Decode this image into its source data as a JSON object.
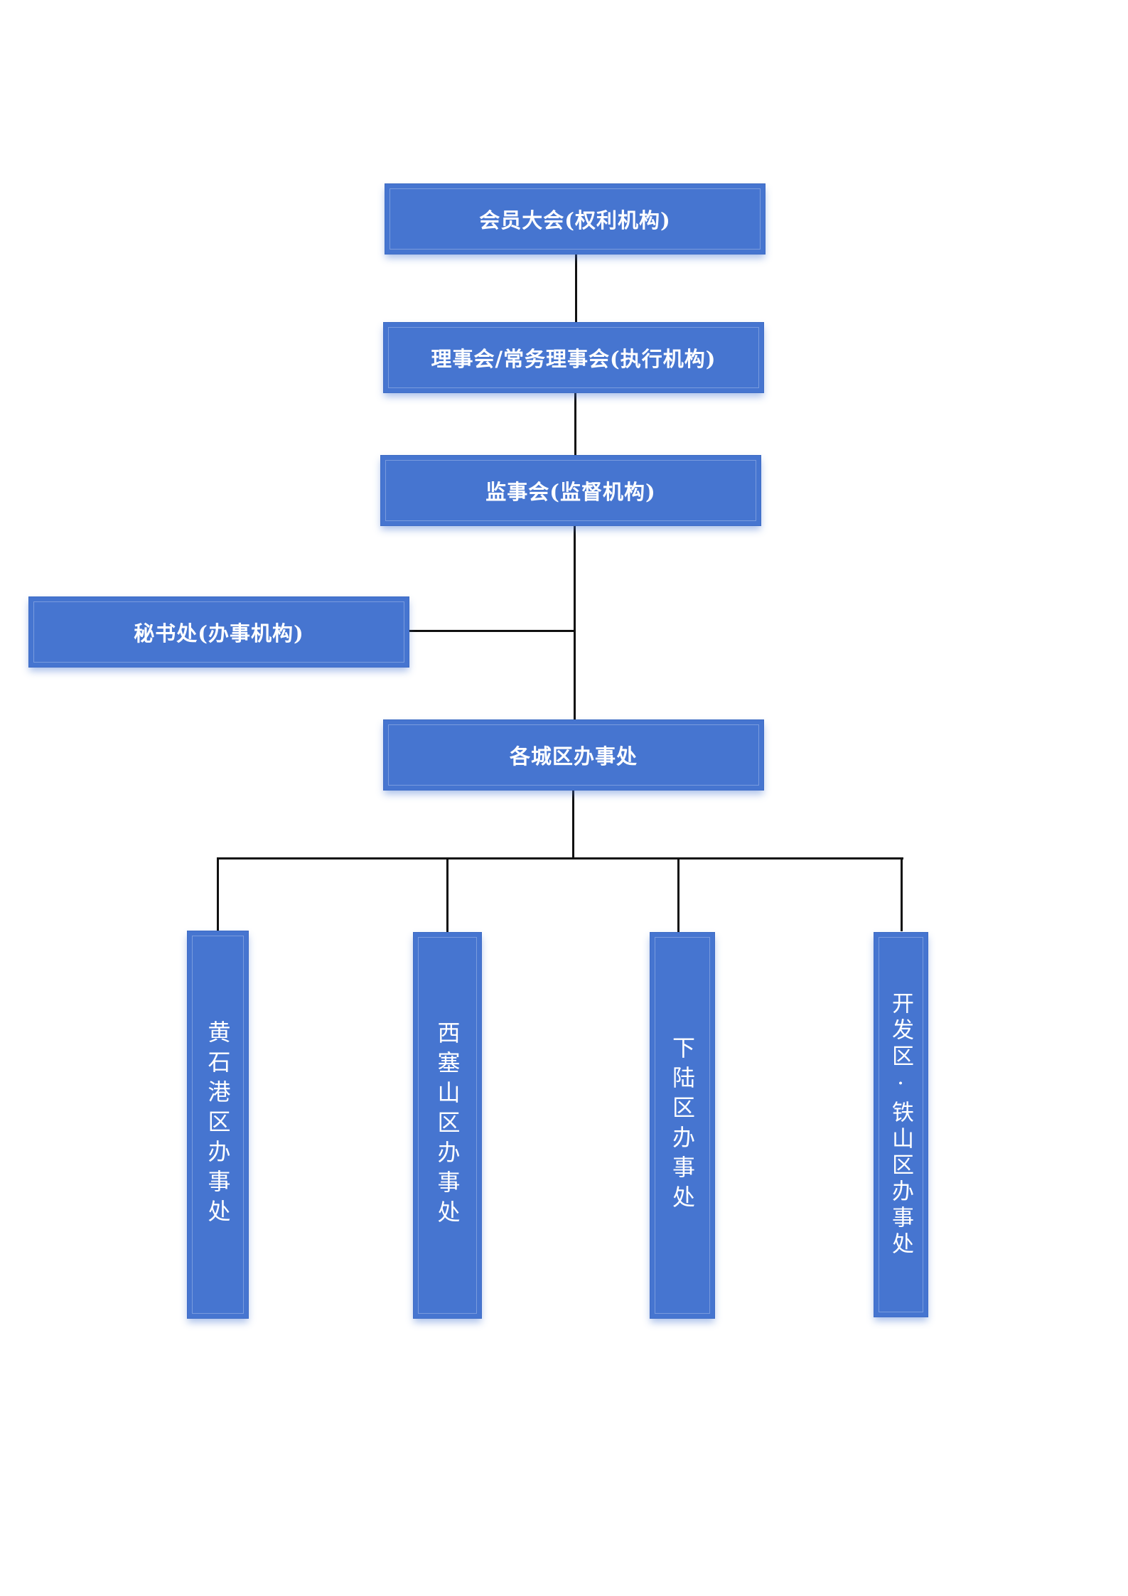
{
  "org_chart": {
    "top": [
      {
        "id": "general-assembly",
        "label": "会员大会(权利机构)"
      },
      {
        "id": "council",
        "label": "理事会/常务理事会(执行机构)"
      },
      {
        "id": "supervisory-board",
        "label": "监事会(监督机构)"
      },
      {
        "id": "district-offices",
        "label": "各城区办事处"
      }
    ],
    "side": {
      "id": "secretariat",
      "label": "秘书处(办事机构)"
    },
    "branches": [
      {
        "id": "huangshigang",
        "label": "黄石港区办事处"
      },
      {
        "id": "xisaishan",
        "label": "西塞山区办事处"
      },
      {
        "id": "xialu",
        "label": "下陆区办事处"
      },
      {
        "id": "kaifaqu-tieshan",
        "label": "开发区·铁山区办事处"
      }
    ]
  }
}
